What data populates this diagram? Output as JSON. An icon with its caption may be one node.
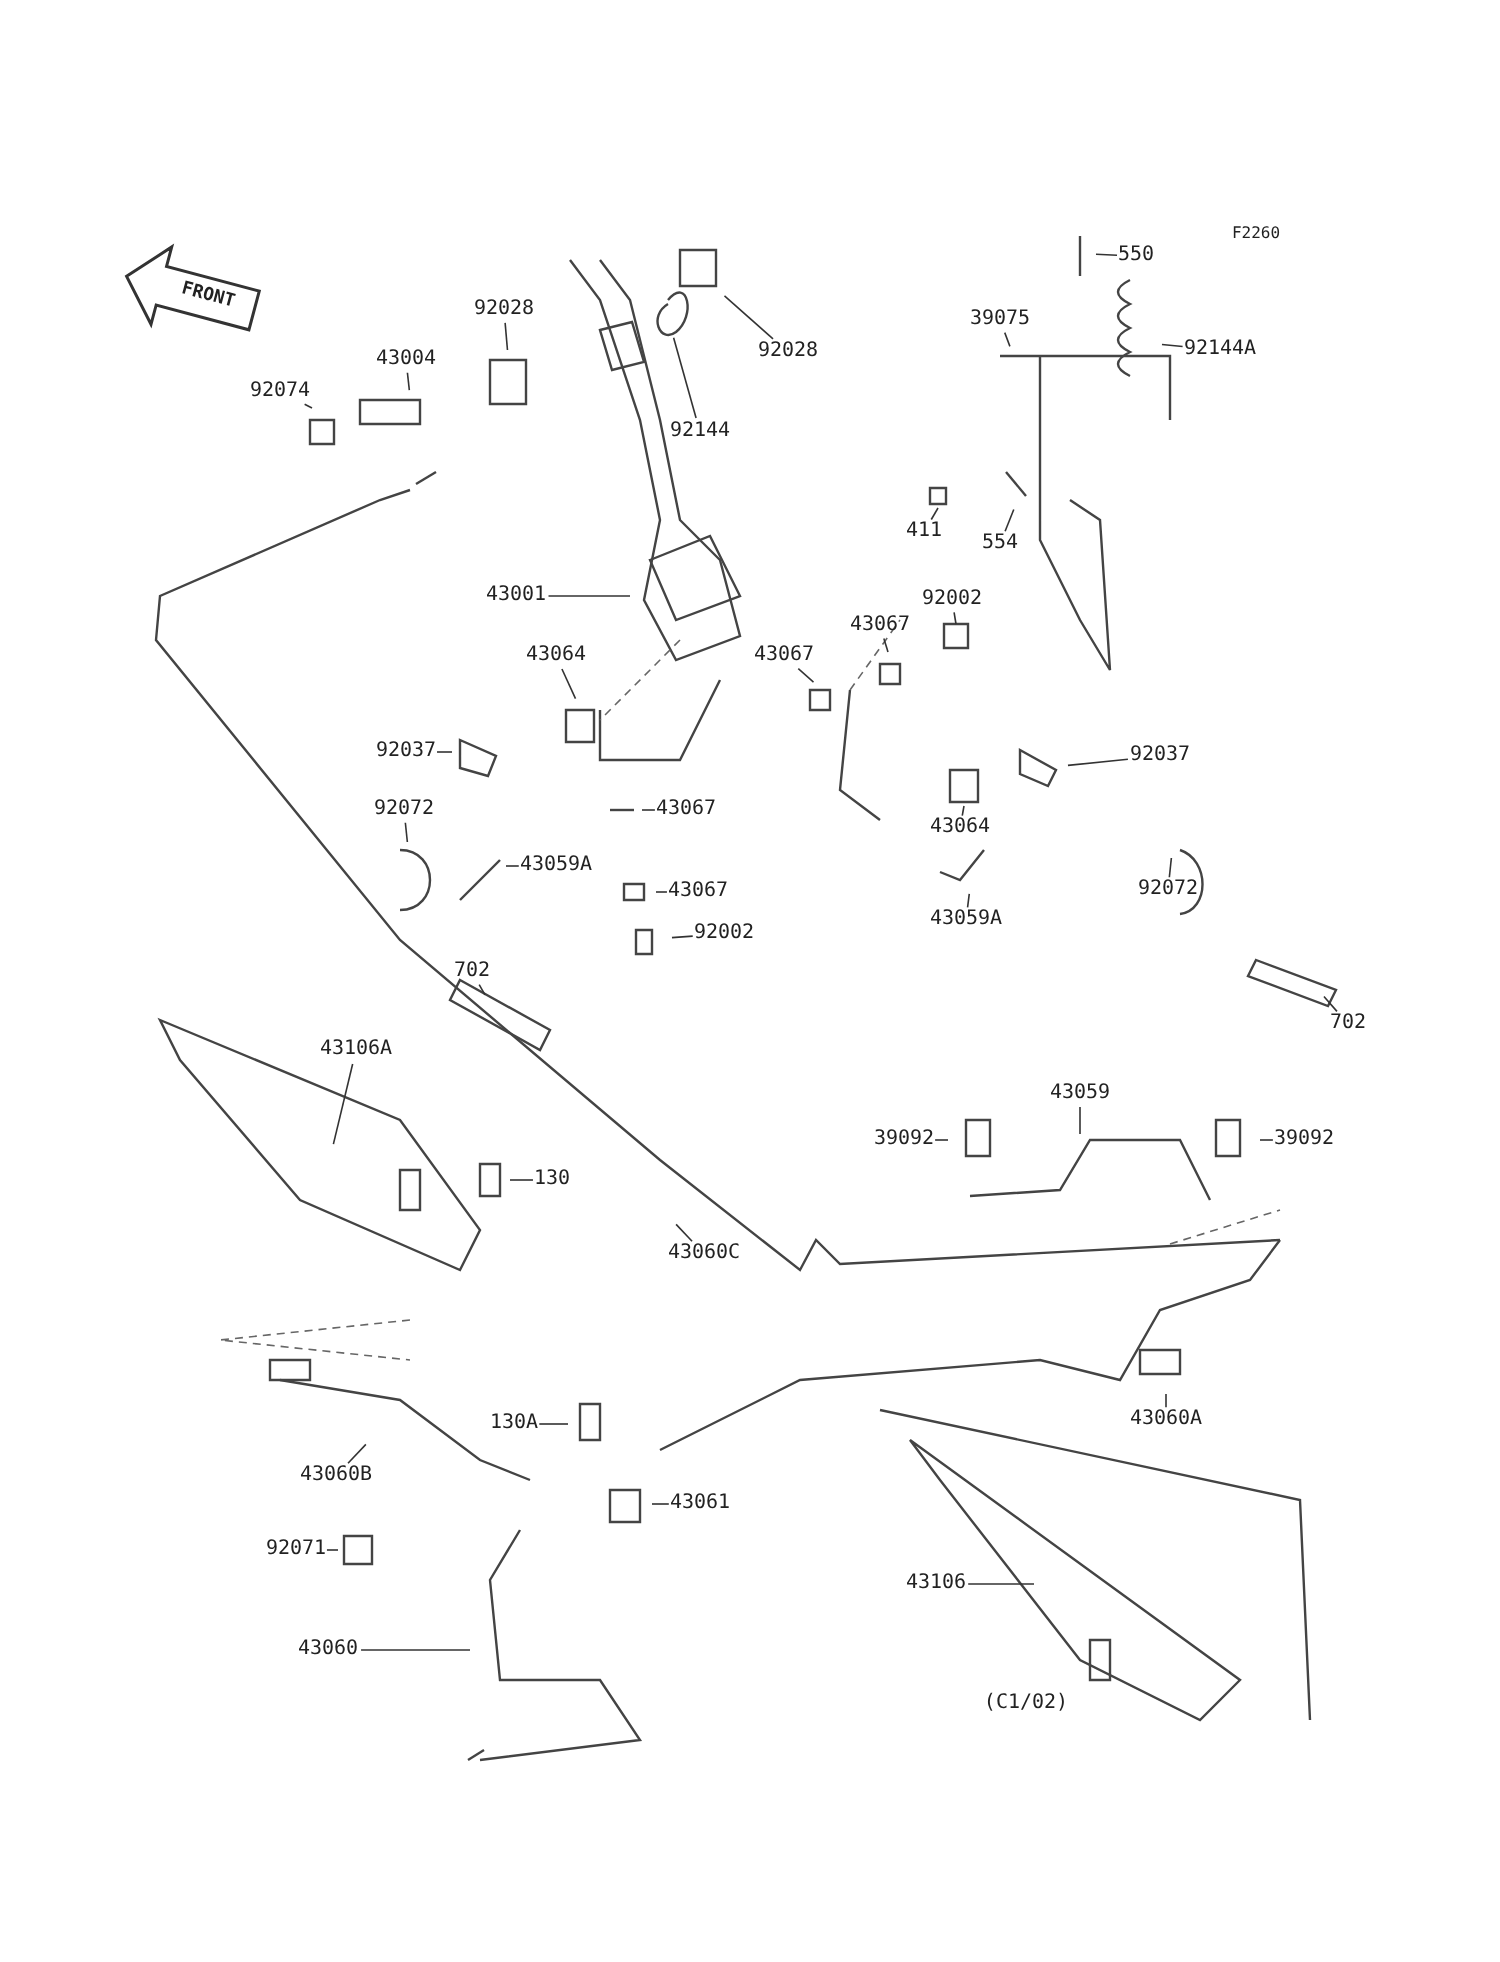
{
  "diagram": {
    "nodes": [
      {
        "text": [
          "550"
        ]
      },
      {
        "text": [
          "92028"
        ]
      },
      {
        "text": [
          "92144"
        ]
      },
      {
        "text": [
          "92144A"
        ]
      },
      {
        "text": [
          "39075"
        ]
      },
      {
        "text": [
          "92028"
        ]
      },
      {
        "text": [
          "43004"
        ]
      },
      {
        "text": [
          "92074"
        ]
      },
      {
        "text": [
          "411"
        ]
      },
      {
        "text": [
          "554"
        ]
      },
      {
        "text": [
          "43001"
        ]
      },
      {
        "text": [
          "92002"
        ]
      },
      {
        "text": [
          "43067"
        ]
      },
      {
        "text": [
          "43067"
        ]
      },
      {
        "text": [
          "43064"
        ]
      },
      {
        "text": [
          "92037"
        ]
      },
      {
        "text": [
          "43067"
        ]
      },
      {
        "text": [
          "43064"
        ]
      },
      {
        "text": [
          "92037"
        ]
      },
      {
        "text": [
          "92072"
        ]
      },
      {
        "text": [
          "43059A"
        ]
      },
      {
        "text": [
          "43067"
        ]
      },
      {
        "text": [
          "92002"
        ]
      },
      {
        "text": [
          "43059A"
        ]
      },
      {
        "text": [
          "92072"
        ]
      },
      {
        "text": [
          "702"
        ]
      },
      {
        "text": [
          "702"
        ]
      },
      {
        "text": [
          "43106A"
        ]
      },
      {
        "text": [
          "130"
        ]
      },
      {
        "text": [
          "43059"
        ]
      },
      {
        "text": [
          "39092"
        ]
      },
      {
        "text": [
          "39092"
        ]
      },
      {
        "text": [
          "43060C"
        ]
      },
      {
        "text": [
          "130A"
        ]
      },
      {
        "text": [
          "43060A"
        ]
      },
      {
        "text": [
          "43060B"
        ]
      },
      {
        "text": [
          "43061"
        ]
      },
      {
        "text": [
          "92071"
        ]
      },
      {
        "text": [
          "43106"
        ]
      },
      {
        "text": [
          "43060"
        ]
      }
    ],
    "edges": [
      {
        "from": 0,
        "to": null,
        "arrow": "none"
      },
      {
        "from": 1,
        "to": null,
        "arrow": "none"
      },
      {
        "from": 2,
        "to": null,
        "arrow": "none"
      },
      {
        "from": 3,
        "to": null,
        "arrow": "none"
      },
      {
        "from": 4,
        "to": null,
        "arrow": "none"
      },
      {
        "from": 5,
        "to": null,
        "arrow": "none"
      },
      {
        "from": 6,
        "to": null,
        "arrow": "none"
      },
      {
        "from": 7,
        "to": null,
        "arrow": "none"
      },
      {
        "from": 8,
        "to": null,
        "arrow": "none"
      },
      {
        "from": 9,
        "to": null,
        "arrow": "none"
      },
      {
        "from": 10,
        "to": null,
        "arrow": "none"
      },
      {
        "from": 11,
        "to": null,
        "arrow": "none"
      },
      {
        "from": 12,
        "to": null,
        "arrow": "none"
      },
      {
        "from": 13,
        "to": null,
        "arrow": "none"
      },
      {
        "from": 14,
        "to": null,
        "arrow": "none"
      },
      {
        "from": 15,
        "to": null,
        "arrow": "none"
      },
      {
        "from": 16,
        "to": null,
        "arrow": "none"
      },
      {
        "from": 17,
        "to": null,
        "arrow": "none"
      },
      {
        "from": 18,
        "to": null,
        "arrow": "none"
      },
      {
        "from": 19,
        "to": null,
        "arrow": "none"
      },
      {
        "from": 20,
        "to": null,
        "arrow": "none"
      },
      {
        "from": 21,
        "to": null,
        "arrow": "none"
      },
      {
        "from": 22,
        "to": null,
        "arrow": "none"
      },
      {
        "from": 23,
        "to": null,
        "arrow": "none"
      },
      {
        "from": 24,
        "to": null,
        "arrow": "none"
      },
      {
        "from": 25,
        "to": null,
        "arrow": "none"
      },
      {
        "from": 26,
        "to": null,
        "arrow": "none"
      },
      {
        "from": 27,
        "to": null,
        "arrow": "none"
      },
      {
        "from": 28,
        "to": null,
        "arrow": "none"
      },
      {
        "from": 29,
        "to": null,
        "arrow": "none"
      },
      {
        "from": 30,
        "to": null,
        "arrow": "none"
      },
      {
        "from": 31,
        "to": null,
        "arrow": "none"
      },
      {
        "from": 32,
        "to": null,
        "arrow": "none"
      },
      {
        "from": 33,
        "to": null,
        "arrow": "none"
      },
      {
        "from": 34,
        "to": null,
        "arrow": "none"
      },
      {
        "from": 35,
        "to": null,
        "arrow": "none"
      },
      {
        "from": 36,
        "to": null,
        "arrow": "none"
      },
      {
        "from": 37,
        "to": null,
        "arrow": "none"
      },
      {
        "from": 38,
        "to": null,
        "arrow": "none"
      },
      {
        "from": 39,
        "to": null,
        "arrow": "none"
      }
    ],
    "labels": [
      "F2260",
      "FRONT",
      "(C1/02)"
    ]
  }
}
